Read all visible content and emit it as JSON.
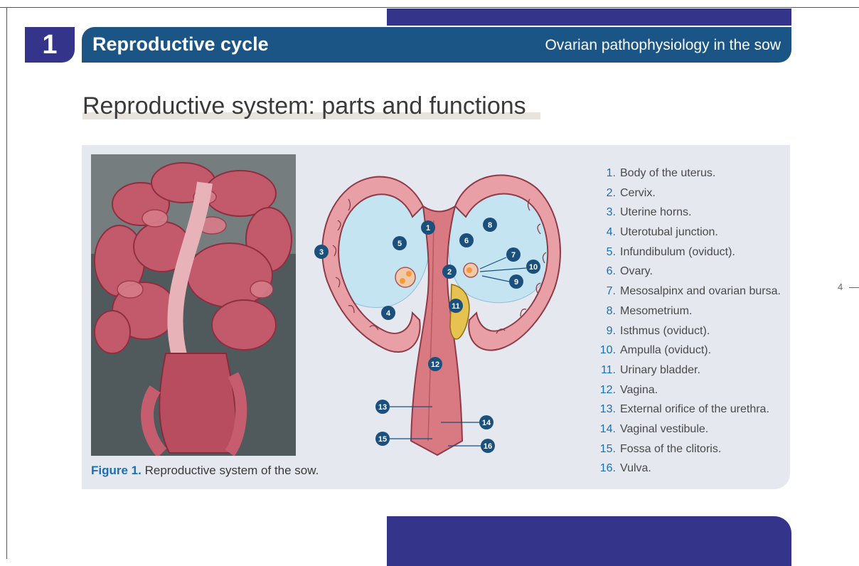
{
  "header": {
    "chapter_number": "1",
    "title": "Reproductive cycle",
    "subtitle": "Ovarian pathophysiology in the sow"
  },
  "page_title": "Reproductive system: parts and functions",
  "figure": {
    "label": "Figure 1.",
    "caption": "Reproductive system of the sow."
  },
  "legend": [
    {
      "num": "1.",
      "text": "Body of the uterus."
    },
    {
      "num": "2.",
      "text": "Cervix."
    },
    {
      "num": "3.",
      "text": "Uterine horns."
    },
    {
      "num": "4.",
      "text": "Uterotubal junction."
    },
    {
      "num": "5.",
      "text": "Infundibulum (oviduct)."
    },
    {
      "num": "6.",
      "text": "Ovary."
    },
    {
      "num": "7.",
      "text": "Mesosalpinx and ovarian bursa."
    },
    {
      "num": "8.",
      "text": "Mesometrium."
    },
    {
      "num": "9.",
      "text": "Isthmus (oviduct)."
    },
    {
      "num": "10.",
      "text": "Ampulla (oviduct)."
    },
    {
      "num": "11.",
      "text": "Urinary bladder."
    },
    {
      "num": "12.",
      "text": "Vagina."
    },
    {
      "num": "13.",
      "text": "External orifice of the urethra."
    },
    {
      "num": "14.",
      "text": "Vaginal vestibule."
    },
    {
      "num": "15.",
      "text": "Fossa of the clitoris."
    },
    {
      "num": "16.",
      "text": "Vulva."
    }
  ],
  "diagram_markers": [
    "1",
    "2",
    "3",
    "4",
    "5",
    "6",
    "7",
    "8",
    "9",
    "10",
    "11",
    "12",
    "13",
    "14",
    "15",
    "16"
  ],
  "page_number": "4",
  "colors": {
    "brand_navy": "#33348a",
    "header_blue": "#1b5586",
    "accent_blue": "#1b6fb5",
    "tissue_pink": "#e8a0a6",
    "membrane_blue": "#c4e4f2"
  }
}
